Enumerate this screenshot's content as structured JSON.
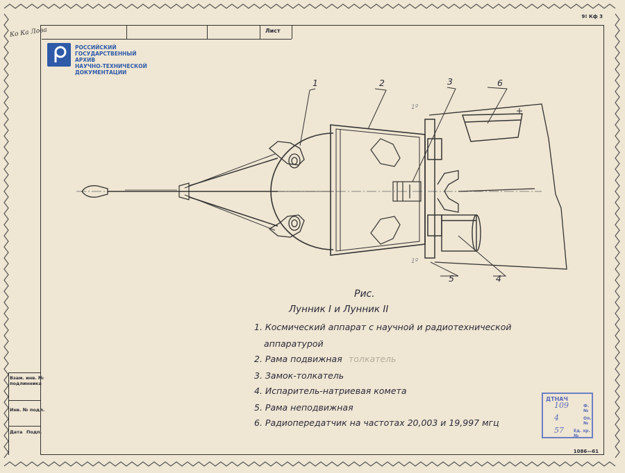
{
  "header": {
    "list_label": "Лист",
    "code_top": "9! Кф 3",
    "handwritten_corner": "Ко Ка Лова"
  },
  "archive": {
    "line1": "РОССИЙСКИЙ",
    "line2": "ГОСУДАРСТВЕННЫЙ АРХИВ",
    "line3": "НАУЧНО-ТЕХНИЧЕСКОЙ",
    "line4": "ДОКУМЕНТАЦИИ",
    "brand_color": "#2e5aa8"
  },
  "drawing": {
    "callouts": [
      "1",
      "2",
      "3",
      "6",
      "5",
      "4"
    ],
    "margin_marks": [
      "1º",
      "1º"
    ]
  },
  "caption": {
    "title": "Рис.",
    "subtitle": "Лунник I и Лунник II",
    "items": [
      "1. Космический аппарат с научной и радиотехнической",
      "аппаратурой",
      "2. Рама подвижная",
      "3. Замок-толкатель",
      "4. Испаритель-натриевая комета",
      "5. Рама неподвижная",
      "6. Радиопередатчик на частотах 20,003 и 19,997 мгц"
    ],
    "faded_text": "толкатель"
  },
  "side_table": {
    "row1": "Взам. инв. №",
    "row1b": "подлинника",
    "row2": "Инв. № подл.",
    "row3a": "Дата",
    "row3b": "Подп."
  },
  "stamp": {
    "title": "ДТНАЧ",
    "labels": [
      "Ф.№",
      "Оп.№",
      "Ед. хр.№"
    ],
    "values": [
      "109",
      "4",
      "57"
    ],
    "color": "#6b7fc4"
  },
  "footer": {
    "code_bottom": "1086—61"
  }
}
